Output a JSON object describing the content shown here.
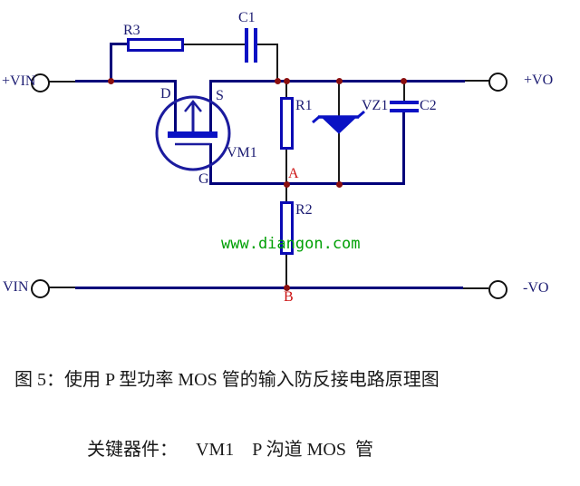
{
  "diagram": {
    "type": "circuit-schematic",
    "description_domain": "P-channel power MOSFET reverse-input-protection circuit",
    "terminals": {
      "vin_pos": "+VIN",
      "vin_neg": "VIN",
      "vo_pos": "+VO",
      "vo_neg": "-VO"
    },
    "components": {
      "r1": "R1",
      "r2": "R2",
      "r3": "R3",
      "c1": "C1",
      "c2": "C2",
      "vz1": "VZ1",
      "vm1": "VM1"
    },
    "mosfet_pins": {
      "drain": "D",
      "source": "S",
      "gate": "G"
    },
    "nodes": {
      "a": "A",
      "b": "B"
    },
    "watermark": "www.diangon.com",
    "caption": "图 5：使用 P 型功率 MOS 管的输入防反接电路原理图",
    "key_parts": "关键器件：    VM1    P 沟道 MOS  管",
    "colors": {
      "rail": "#00007a",
      "component_blue": "#0a0ab4",
      "fill_blue": "#0a12c4",
      "junction_red": "#8a0f0f",
      "node_label_red": "#cc1111",
      "watermark_green": "#00a005"
    }
  }
}
